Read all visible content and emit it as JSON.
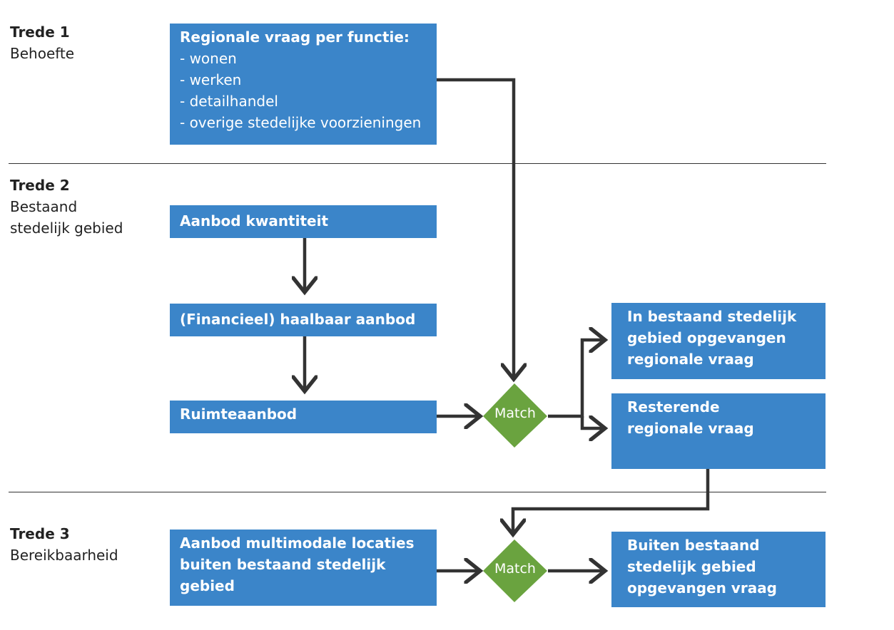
{
  "stages": [
    {
      "step": "Trede 1",
      "name": "Behoefte"
    },
    {
      "step": "Trede 2",
      "name": "Bestaand stedelijk gebied"
    },
    {
      "step": "Trede 3",
      "name": "Bereikbaarheid"
    }
  ],
  "boxes": {
    "regional_demand": {
      "title": "Regionale vraag per functie:",
      "items": [
        "- wonen",
        "- werken",
        "- detailhandel",
        "- overige stedelijke voorzieningen"
      ]
    },
    "supply_quantity": "Aanbod kwantiteit",
    "feasible_supply": "(Financieel) haalbaar aanbod",
    "space_supply": "Ruimteaanbod",
    "absorbed_existing": [
      "In bestaand stedelijk",
      "gebied opgevangen",
      "regionale vraag"
    ],
    "remaining_demand": [
      "Resterende",
      "regionale vraag"
    ],
    "multimodal_supply": [
      "Aanbod multimodale locaties",
      "buiten bestaand stedelijk",
      "gebied"
    ],
    "absorbed_outside": [
      "Buiten bestaand",
      "stedelijk gebied",
      "opgevangen vraag"
    ]
  },
  "decisions": {
    "match_1": "Match",
    "match_2": "Match"
  },
  "colors": {
    "box_fill": "#3b85c9",
    "diamond_fill": "#6aa33f",
    "arrow": "#333333"
  }
}
